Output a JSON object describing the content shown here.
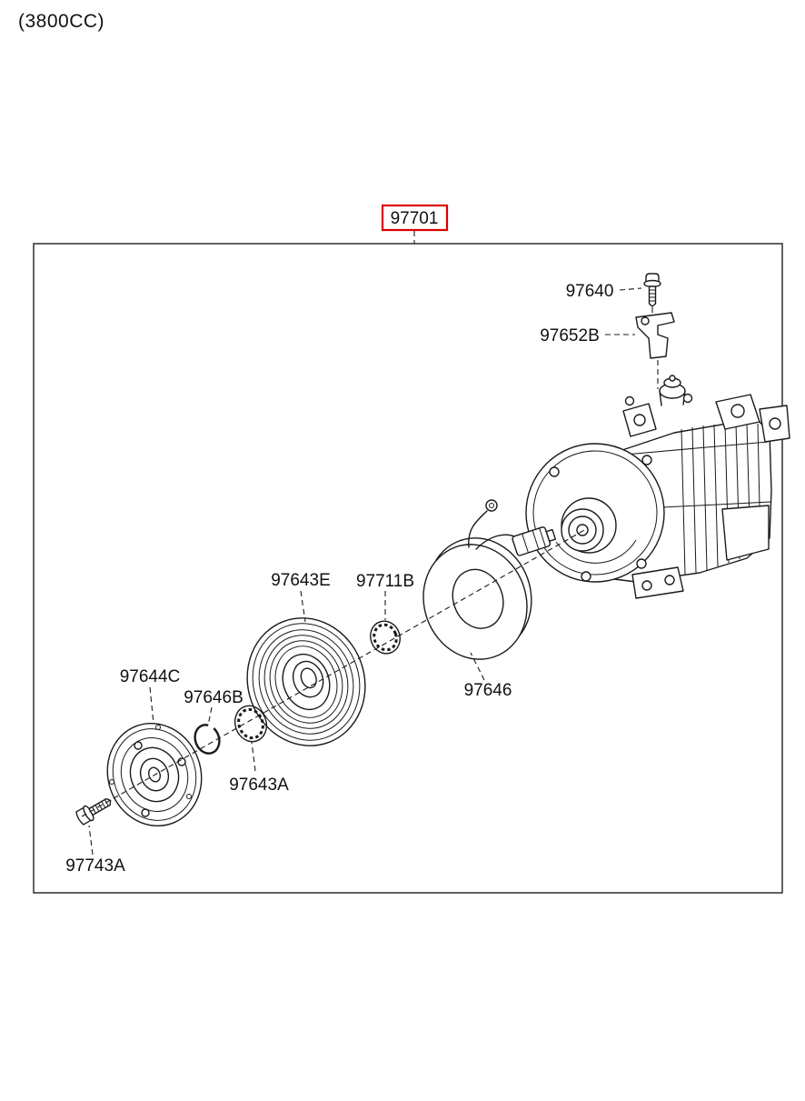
{
  "page": {
    "engine_label": "(3800CC)"
  },
  "diagram": {
    "assembly_id": "97701",
    "highlight_color": "#dd0000",
    "part_labels": [
      "97640",
      "97652B",
      "97643E",
      "97711B",
      "97646",
      "97644C",
      "97646B",
      "97643A",
      "97743A"
    ]
  }
}
